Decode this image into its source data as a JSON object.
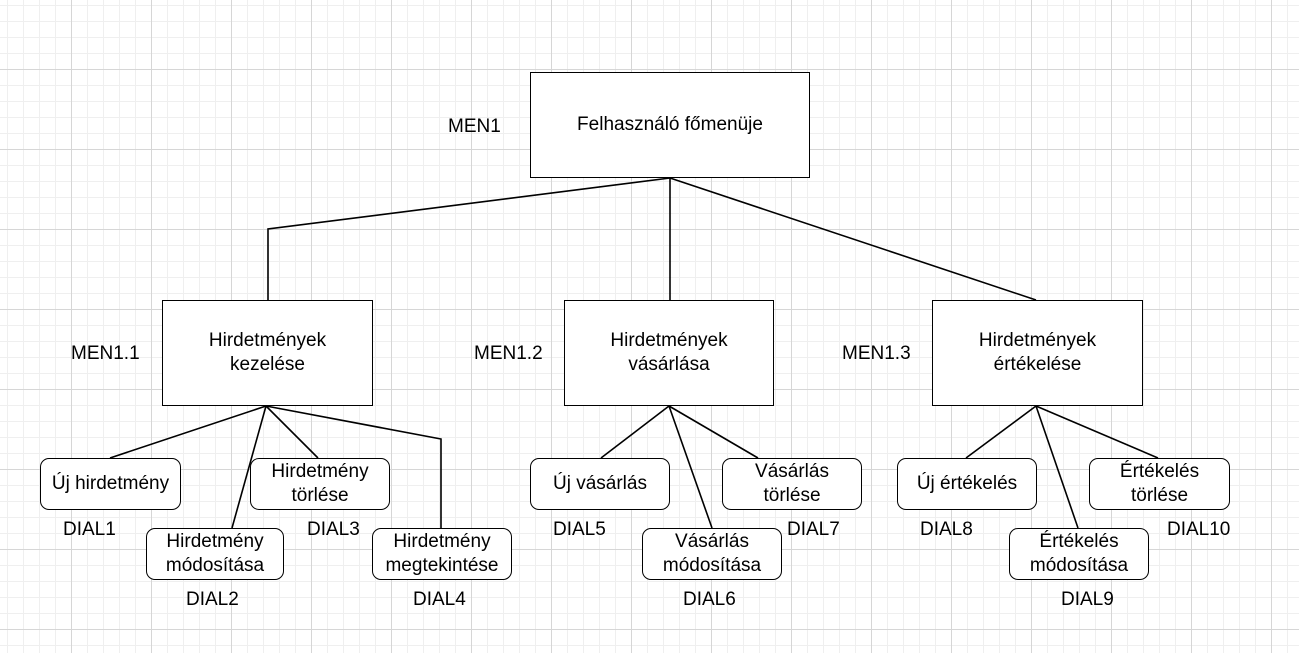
{
  "diagram": {
    "root": {
      "id": "MEN1",
      "label": "Felhasználó főmenüje"
    },
    "submenus": [
      {
        "id": "MEN1.1",
        "label": "Hirdetmények kezelése",
        "dialogs": [
          {
            "id": "DIAL1",
            "label": "Új hirdetmény"
          },
          {
            "id": "DIAL2",
            "label": "Hirdetmény módosítása"
          },
          {
            "id": "DIAL3",
            "label": "Hirdetmény törlése"
          },
          {
            "id": "DIAL4",
            "label": "Hirdetmény megtekintése"
          }
        ]
      },
      {
        "id": "MEN1.2",
        "label": "Hirdetmények vásárlása",
        "dialogs": [
          {
            "id": "DIAL5",
            "label": "Új vásárlás"
          },
          {
            "id": "DIAL6",
            "label": "Vásárlás módosítása"
          },
          {
            "id": "DIAL7",
            "label": "Vásárlás törlése"
          }
        ]
      },
      {
        "id": "MEN1.3",
        "label": "Hirdetmények értékelése",
        "dialogs": [
          {
            "id": "DIAL8",
            "label": "Új értékelés"
          },
          {
            "id": "DIAL9",
            "label": "Értékelés módosítása"
          },
          {
            "id": "DIAL10",
            "label": "Értékelés törlése"
          }
        ]
      }
    ]
  }
}
